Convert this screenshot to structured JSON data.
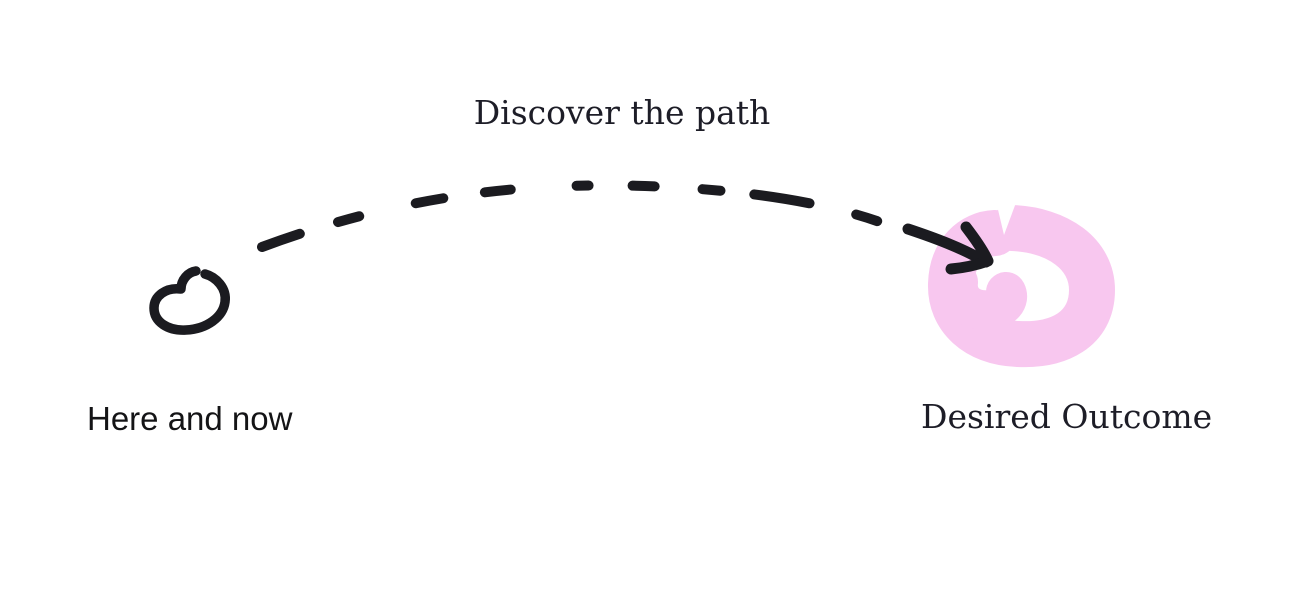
{
  "canvas": {
    "background": "#ffffff"
  },
  "colors": {
    "ink": "#1b1b20",
    "pink": "#f8c7ef",
    "white": "#ffffff",
    "serif_text": "#1d1d27",
    "sans_text": "#141416"
  },
  "title": {
    "text": "Discover the path"
  },
  "labels": {
    "start": "Here and now",
    "end": "Desired Outcome"
  }
}
